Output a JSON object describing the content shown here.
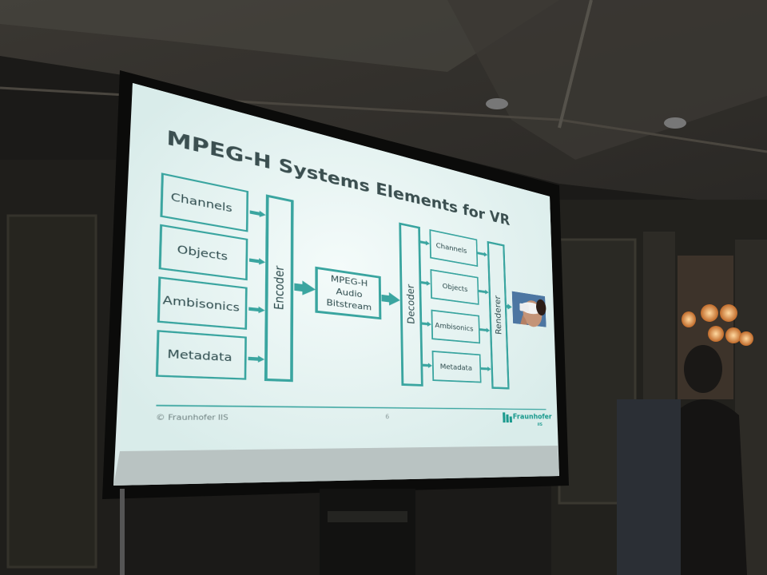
{
  "slide": {
    "title": "MPEG-H Systems Elements for VR",
    "inputs": [
      "Channels",
      "Objects",
      "Ambisonics",
      "Metadata"
    ],
    "encoder": "Encoder",
    "bitstream": [
      "MPEG-H",
      "Audio",
      "Bitstream"
    ],
    "decoder": "Decoder",
    "outputs": [
      "Channels",
      "Objects",
      "Ambisonics",
      "Metadata"
    ],
    "renderer": "Renderer",
    "footer": {
      "copyright": "© Fraunhofer IIS",
      "page_number": "6",
      "logo_text": "Fraunhofer",
      "logo_subtext": "IIS"
    }
  },
  "colors": {
    "teal": "#2f9f9b",
    "screen": "#e8f4f3",
    "room_dark": "#161614"
  },
  "icons": [
    "vr-headset-photo",
    "fraunhofer-logo-icon"
  ]
}
